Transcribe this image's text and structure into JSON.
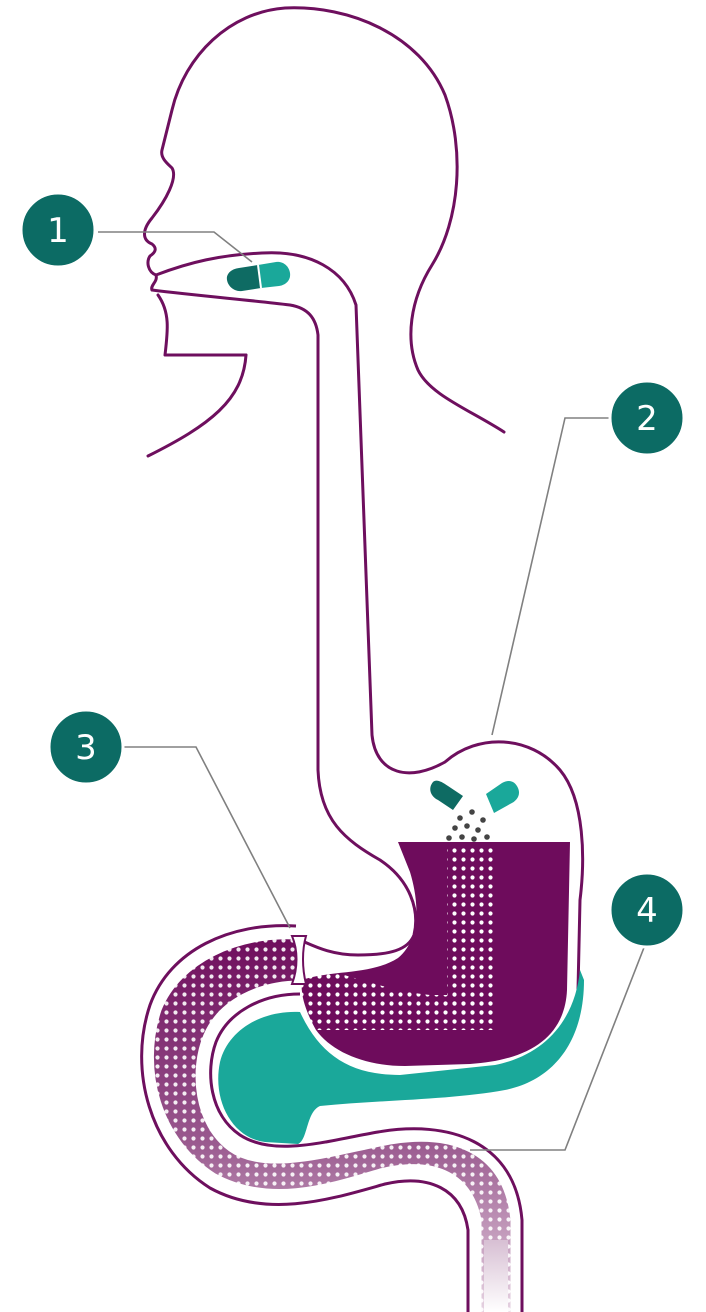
{
  "colors": {
    "outline": "#6E0F5E",
    "stomach_fill": "#6E0C5C",
    "teal": "#1AA89A",
    "dark_teal": "#0E6B63",
    "badge": "#0C6B64",
    "leader": "#808080",
    "dots": "#444444"
  },
  "steps": [
    {
      "number": "1"
    },
    {
      "number": "2"
    },
    {
      "number": "3"
    },
    {
      "number": "4"
    }
  ]
}
